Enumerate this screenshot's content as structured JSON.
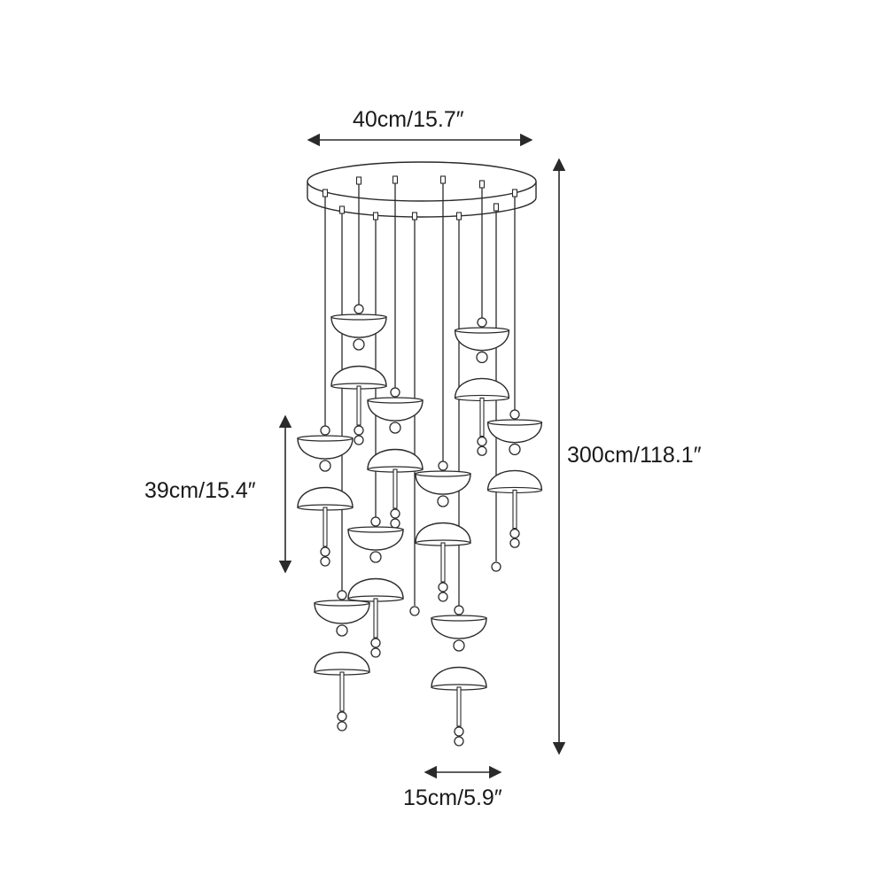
{
  "dimensions": {
    "overall_width": "40cm/15.7″",
    "overall_height": "300cm/118.1″",
    "pendant_height": "39cm/15.4″",
    "shade_width": "15cm/5.9″"
  },
  "colors": {
    "line": "#2a2a2a",
    "fill": "#ffffff"
  }
}
